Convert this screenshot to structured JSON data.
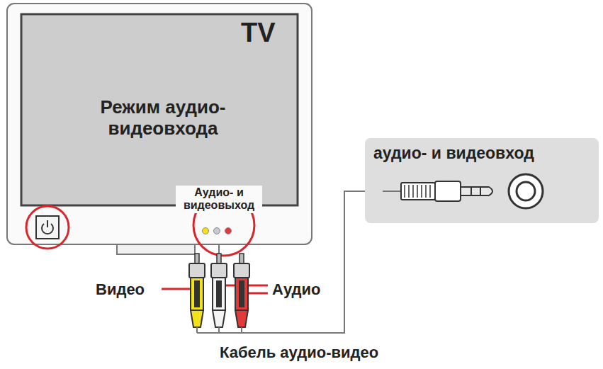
{
  "diagram": {
    "nodes": [
      {
        "text": [
          "TV",
          "Режим аудио- видеовхода"
        ]
      },
      {
        "text": [
          "аудио- и видеовход"
        ]
      }
    ],
    "edges": [
      {
        "from": 0,
        "to": 1,
        "arrow": "none"
      }
    ],
    "labels": [
      "Аудио- и видеовыход",
      "Видео",
      "Аудио",
      "Кабель аудио-видео"
    ]
  }
}
